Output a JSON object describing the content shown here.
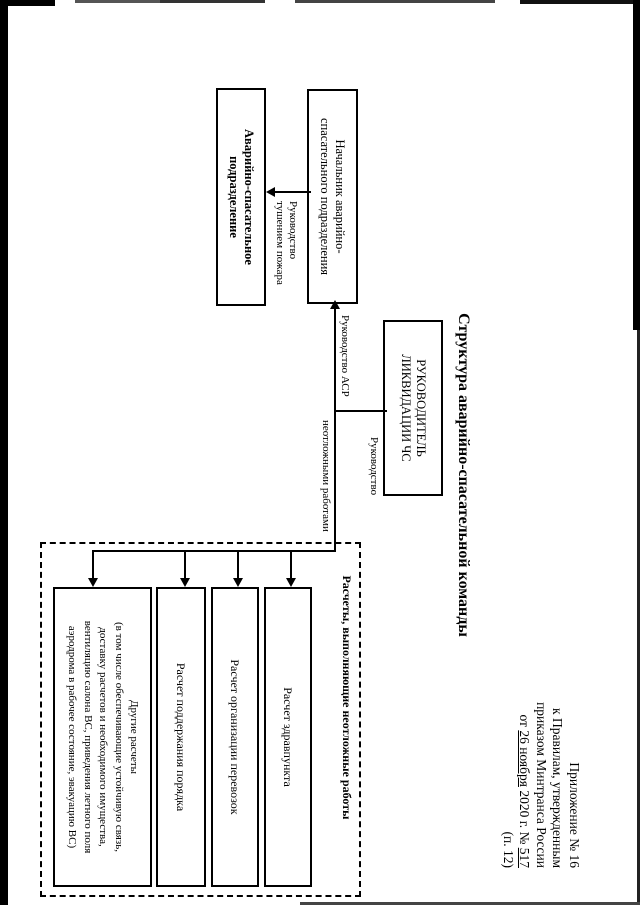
{
  "header": {
    "line1": "Приложение № 16",
    "line2": "к Правилам, утвержденным",
    "line3": "приказом Минтранса России",
    "line4_prefix": "от ",
    "line4_date": "26 ноября",
    "line4_mid": " 2020 г. № ",
    "line4_num": "517",
    "line5": "(п. 12)"
  },
  "title": "Структура аварийно-спасательной команды",
  "org": {
    "leader": {
      "line1": "РУКОВОДИТЕЛЬ",
      "line2": "ЛИКВИДАЦИИ ЧС"
    },
    "chief": {
      "line1": "Начальник аварийно-",
      "line2": "спасательного подразделения"
    },
    "unit": {
      "line1": "Аварийно-спасательное",
      "line2": "подразделение"
    },
    "edges": {
      "asr": "Руководство АСР",
      "fire_line1": "Руководство",
      "fire_line2": "тушением пожара",
      "urgent_line1": "Руководство",
      "urgent_line2": "неотложными работами"
    },
    "group": {
      "label": "Расчеты, выполняющие неотложные работы",
      "boxes": [
        "Расчет здравпункта",
        "Расчет организации перевозок",
        "Расчет поддержания порядка"
      ],
      "other": {
        "line1": "Другие расчеты",
        "line2": "(в том числе обеспечивающие устойчивую связь,",
        "line3": "доставку расчетов и необходимого имущества,",
        "line4": "вентиляцию салона ВС, приведения летного поля",
        "line5": "аэродрома в рабочее состояние, эвакуацию ВС)"
      }
    }
  }
}
